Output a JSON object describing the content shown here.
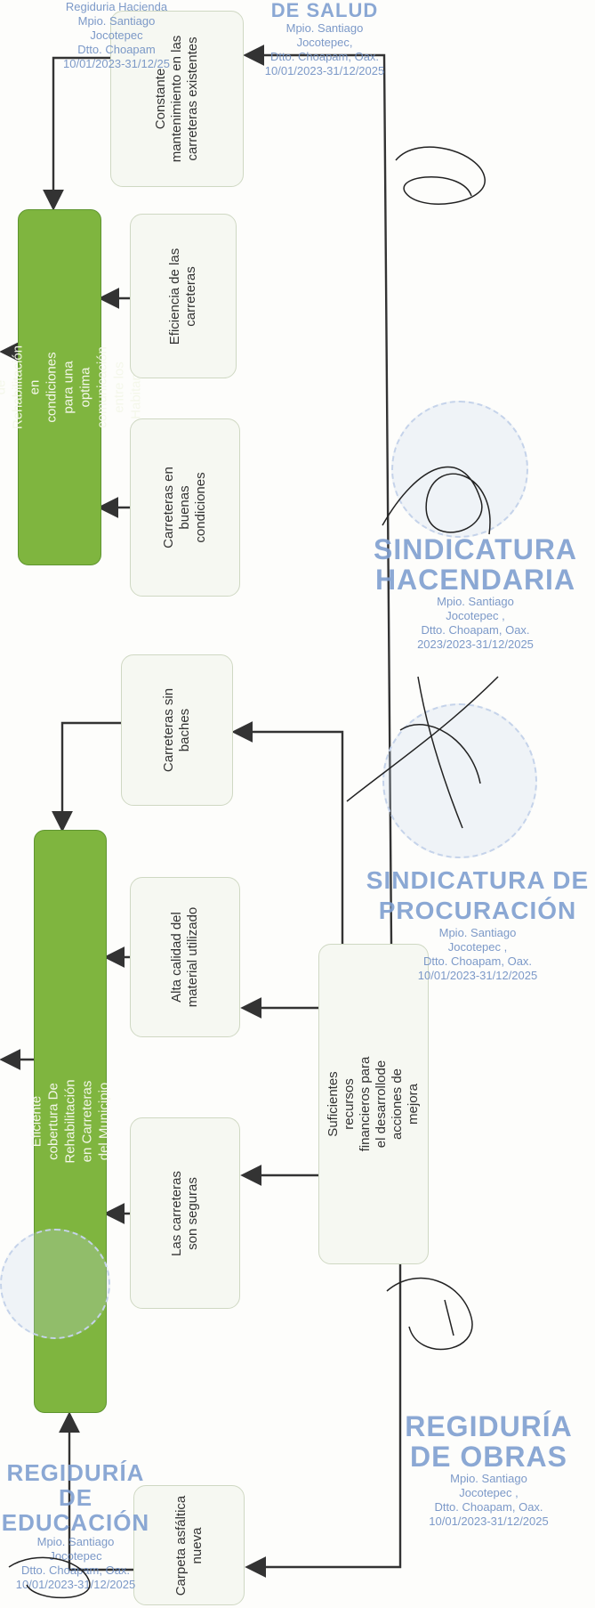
{
  "nodes": {
    "constante": "Constante mantenimiento en las carreteras existentes",
    "infraestructura": "Infraestructura de Rehabilitación en condiciones para una optima comunicación entre los Habitantes",
    "eficiencia": "Eficiencia de las carreteras",
    "buenas": "Carreteras en buenas condiciones",
    "sin_baches": "Carreteras sin baches",
    "eficiente": "Eficiente cobertura De Rehabilitación en Carreteras del Municipio",
    "alta_calidad": "Alta calidad del material utilizado",
    "suficientes": "Suficientes recursos financieros para el desarrollode acciones de mejora",
    "seguras": "Las carreteras son seguras",
    "carpeta": "Carpeta asfáltica nueva"
  },
  "stamps": {
    "regiduria_top": [
      "Regiduria Hacienda",
      "Mpio. Santiago",
      "Jocotepec",
      "Dtto. Choapam",
      "10/01/2023-31/12/25"
    ],
    "salud_top": [
      "DE SALUD",
      "Mpio. Santiago",
      "Jocotepec,",
      "Dtto. Choapam, Oax.",
      "10/01/2023-31/12/2025"
    ],
    "sindicatura_hacendaria": [
      "SINDICATURA",
      "HACENDARIA",
      "Mpio. Santiago",
      "Jocotepec ,",
      "Dtto. Choapam, Oax.",
      "2023/2023-31/12/2025"
    ],
    "sindicatura_procuracion": [
      "SINDICATURA DE",
      "PROCURACIÓN",
      "Mpio. Santiago",
      "Jocotepec ,",
      "Dtto. Choapam, Oax.",
      "10/01/2023-31/12/2025"
    ],
    "regiduria_obras": [
      "REGIDURÍA",
      "DE OBRAS",
      "Mpio. Santiago",
      "Jocotepec ,",
      "Dtto. Choapam, Oax.",
      "10/01/2023-31/12/2025"
    ],
    "regiduria_educacion": [
      "REGIDURÍA DE",
      "EDUCACIÓN",
      "Mpio. Santiago",
      "Jocotepec",
      "Dtto. Choapam, Oax.",
      "10/01/2023-31/12/2025"
    ]
  },
  "colors": {
    "green_fill": "#7fb53f",
    "node_border": "#cfd8c3",
    "arrow": "#333333",
    "stamp": "#7f9fd0"
  }
}
